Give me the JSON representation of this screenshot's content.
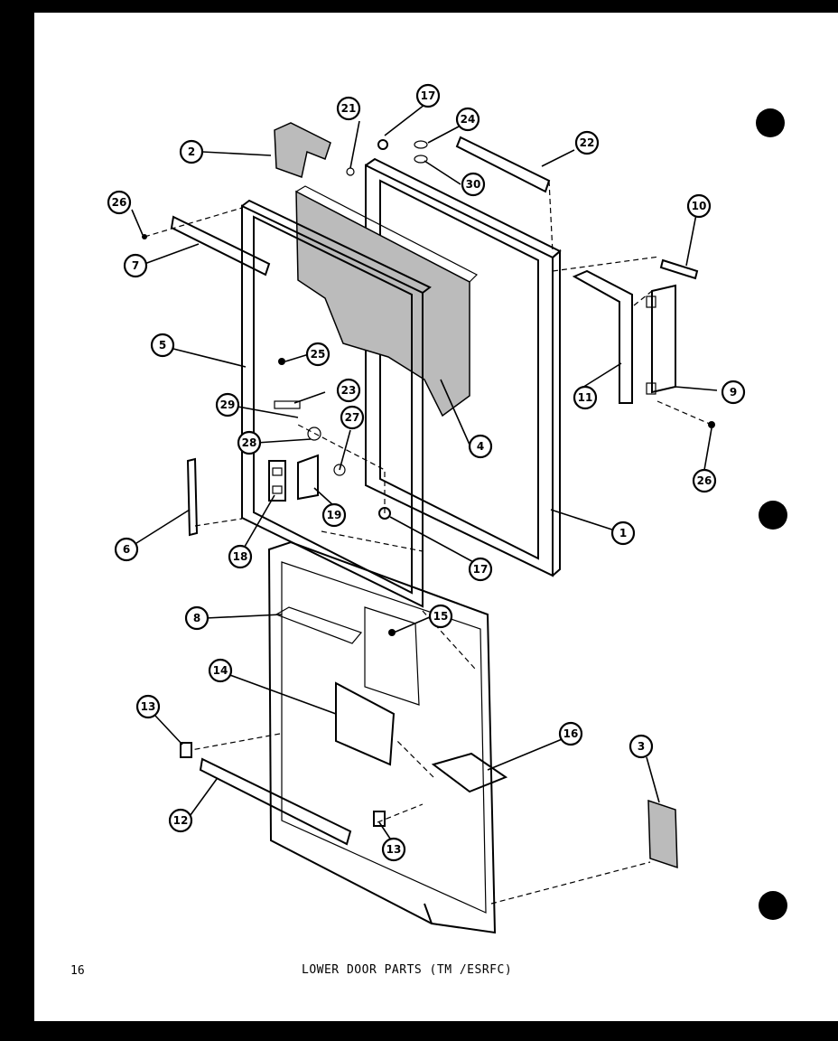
{
  "footer": {
    "page_number": "16",
    "caption": "LOWER DOOR PARTS (TM /ESRFC)"
  },
  "callouts": {
    "1": "1",
    "2": "2",
    "3": "3",
    "4": "4",
    "5": "5",
    "6": "6",
    "7": "7",
    "8": "8",
    "9": "9",
    "10": "10",
    "11": "11",
    "12": "12",
    "13": "13",
    "14": "14",
    "15": "15",
    "16": "16",
    "17": "17",
    "18": "18",
    "19": "19",
    "21": "21",
    "22": "22",
    "23": "23",
    "24": "24",
    "25": "25",
    "26": "26",
    "27": "27",
    "28": "28",
    "29": "29",
    "30": "30"
  },
  "colors": {
    "ink": "#000000",
    "paper": "#ffffff",
    "border": "#000000"
  }
}
